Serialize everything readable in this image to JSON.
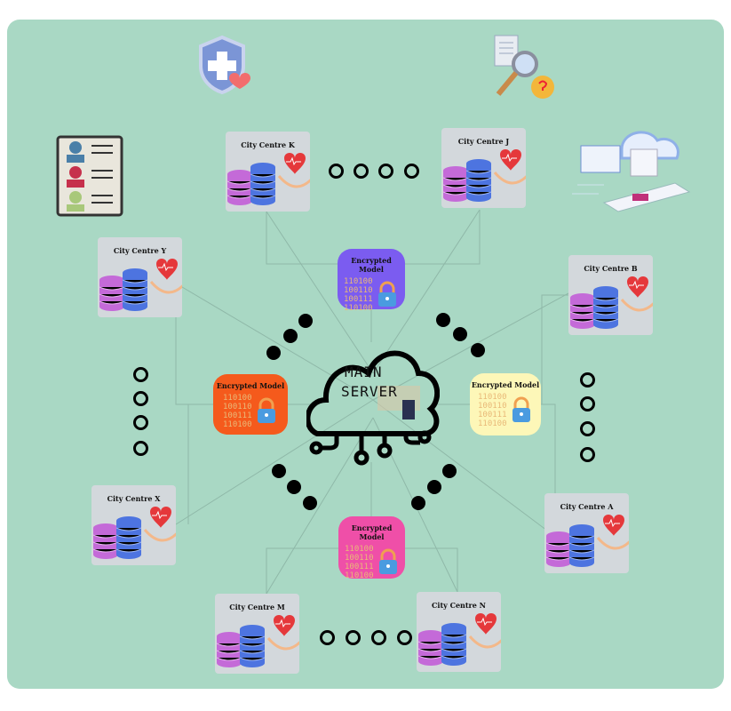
{
  "nodes": [
    {
      "id": "k",
      "label": "City Centre K"
    },
    {
      "id": "j",
      "label": "City Centre J"
    },
    {
      "id": "y",
      "label": "City Centre Y"
    },
    {
      "id": "b",
      "label": "City Centre B"
    },
    {
      "id": "x",
      "label": "City Centre X"
    },
    {
      "id": "a",
      "label": "City Centre A"
    },
    {
      "id": "m",
      "label": "City Centre M"
    },
    {
      "id": "n",
      "label": "City Centre N"
    }
  ],
  "encrypted_models": [
    {
      "label": "Encrypted Model",
      "color": "#7b5cf0"
    },
    {
      "label": "Encrypted Model",
      "color": "#f55a1c"
    },
    {
      "label": "Encrypted Model",
      "color": "#fdf7b8"
    },
    {
      "label": "Encrypted Model",
      "color": "#ef4fa8"
    }
  ],
  "server": {
    "line1": "MAIN",
    "line2": "SERVER",
    "icon": "cloud-network-icon"
  },
  "colors": {
    "background": "#a9d8c4",
    "card": "#d3d8dc"
  },
  "icons": [
    "medical-shield-icon",
    "document-search-icon",
    "patient-records-icon",
    "cloud-data-center-icon"
  ]
}
